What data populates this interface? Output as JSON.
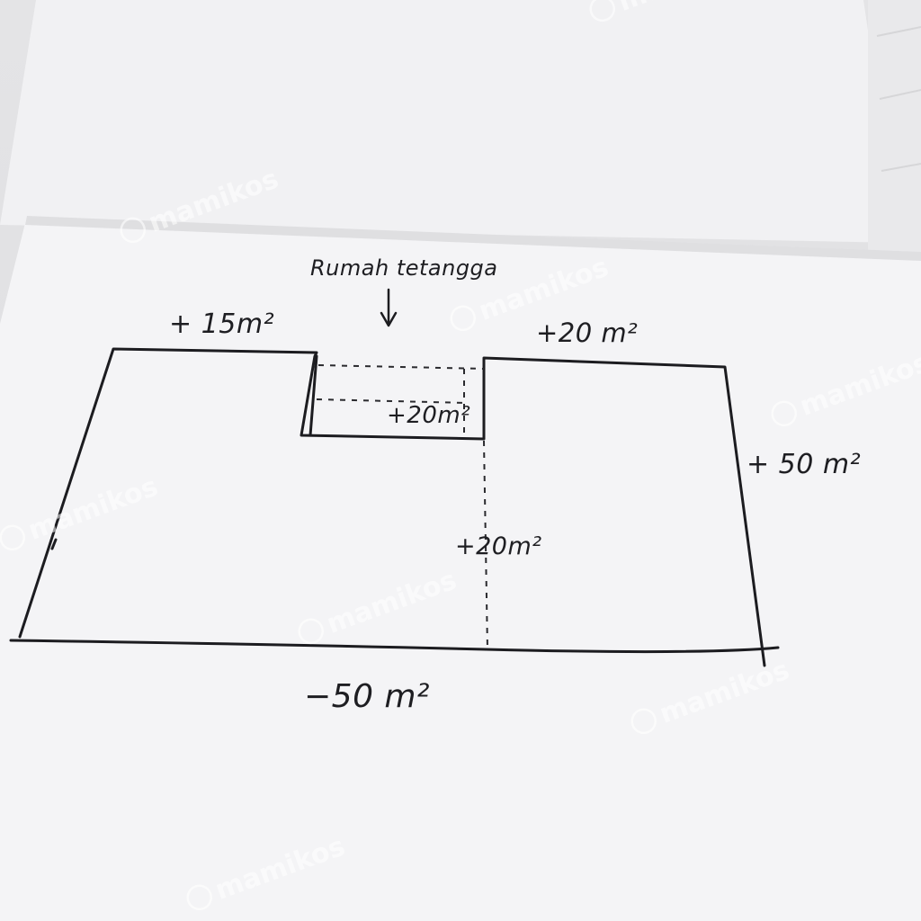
{
  "diagram": {
    "annotation_top": "Rumah tetangga",
    "arrow_icon": "arrow-down-icon",
    "labels": {
      "top_left": "+ 15m²",
      "top_right": "+20 m²",
      "notch": "+20m²",
      "middle": "+20m²",
      "right_side": "+ 50 m²",
      "bottom": "−50 m²"
    }
  },
  "watermark": {
    "text": "mamikos",
    "icon": "mamikos-logo-icon"
  }
}
